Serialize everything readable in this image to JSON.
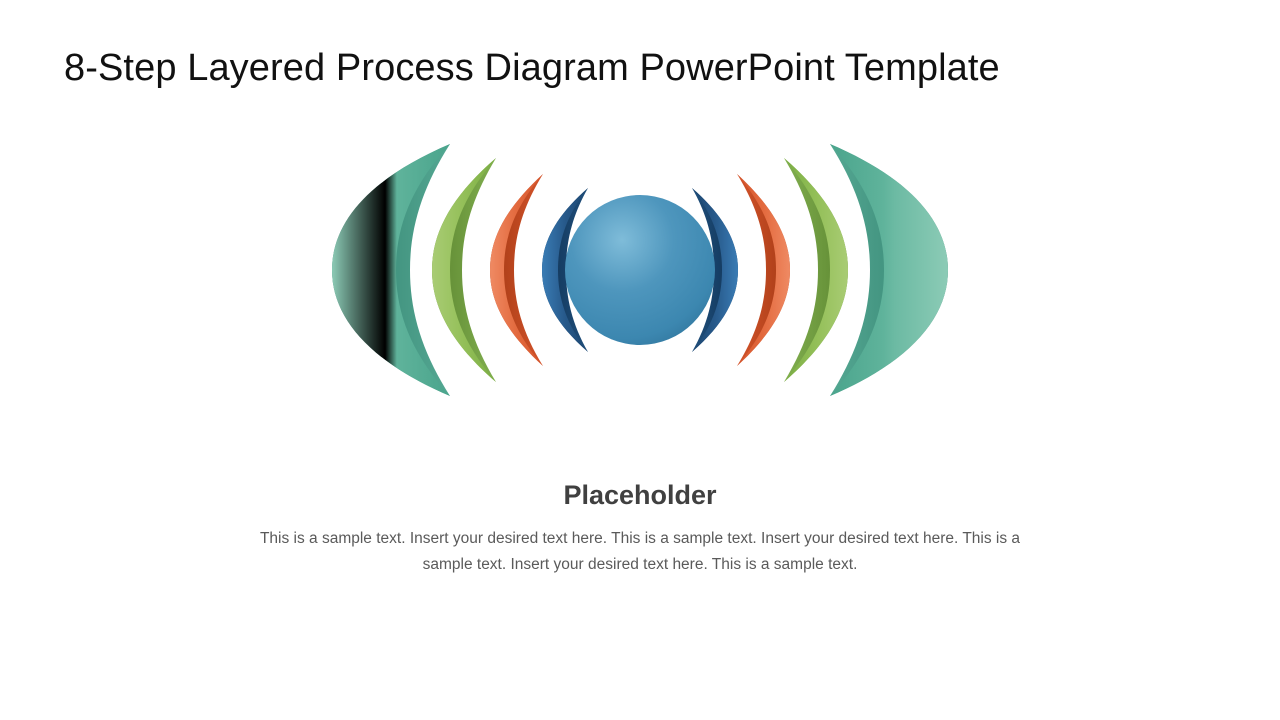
{
  "slide": {
    "title": "8-Step Layered Process Diagram PowerPoint Template",
    "background_color": "#ffffff"
  },
  "caption": {
    "heading": "Placeholder",
    "heading_color": "#404040",
    "body": "This is a sample text. Insert your desired text here. This is a sample text. Insert your desired text here. This is a sample text. Insert your desired text here. This is a sample text.",
    "body_color": "#5a5a5a"
  },
  "diagram": {
    "name": "8-step-layered-hemisphere-diagram",
    "step_count": 8,
    "center_label": "",
    "center": {
      "name": "center-sphere",
      "color": "#3c87b0",
      "highlight_color": "#74b4d3",
      "shadow_color": "#2b6d93"
    },
    "layers": [
      {
        "index": 1,
        "side": "left",
        "name": "layer-teal-left",
        "color": "#5fb39b",
        "light_color": "#8ccbb6",
        "dark_color": "#2f7f6c",
        "rim_color": "#3d8a79"
      },
      {
        "index": 2,
        "side": "left",
        "name": "layer-green-left",
        "color": "#8bb84f",
        "light_color": "#adcd76",
        "dark_color": "#5c8630",
        "rim_color": "#6b9638"
      },
      {
        "index": 3,
        "side": "left",
        "name": "layer-orange-left",
        "color": "#df5f35",
        "light_color": "#ef8a63",
        "dark_color": "#a53a14",
        "rim_color": "#b8421c"
      },
      {
        "index": 4,
        "side": "left",
        "name": "layer-blue-left",
        "color": "#1f4e79",
        "light_color": "#3a7cb5",
        "dark_color": "#0f3254",
        "rim_color": "#16406a"
      },
      {
        "index": 5,
        "side": "right",
        "name": "layer-blue-right",
        "color": "#1f4e79",
        "light_color": "#3a7cb5",
        "dark_color": "#0f3254",
        "rim_color": "#16406a"
      },
      {
        "index": 6,
        "side": "right",
        "name": "layer-orange-right",
        "color": "#df5f35",
        "light_color": "#ef8a63",
        "dark_color": "#a53a14",
        "rim_color": "#b8421c"
      },
      {
        "index": 7,
        "side": "right",
        "name": "layer-green-right",
        "color": "#8bb84f",
        "light_color": "#adcd76",
        "dark_color": "#5c8630",
        "rim_color": "#6b9638"
      },
      {
        "index": 8,
        "side": "right",
        "name": "layer-teal-right",
        "color": "#5fb39b",
        "light_color": "#8ccbb6",
        "dark_color": "#2f7f6c",
        "rim_color": "#3d8a79"
      }
    ]
  }
}
